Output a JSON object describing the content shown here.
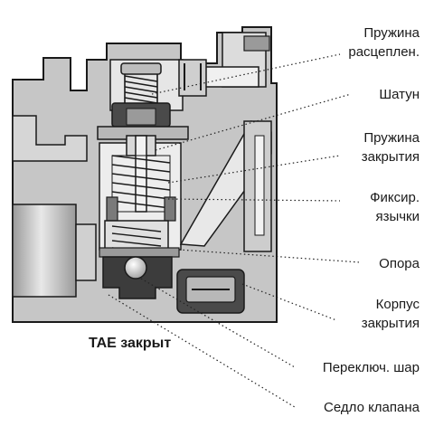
{
  "caption": "TAE закрыт",
  "labels": {
    "spring_release": [
      "Пружина",
      "расцеплен."
    ],
    "rod": "Шатун",
    "spring_close": [
      "Пружина",
      "закрытия"
    ],
    "lock_tabs": [
      "Фиксир.",
      "язычки"
    ],
    "support": "Опора",
    "housing_close": [
      "Корпус",
      "закрытия"
    ],
    "switch_ball": "Переключ. шар",
    "valve_seat": "Седло клапана"
  },
  "colors": {
    "outline": "#1a1a1a",
    "body": "#c6c6c6",
    "body_light": "#e4e4e4",
    "body_dark": "#8c8c8c",
    "dark_part": "#4a4a4a",
    "leader": "#222222"
  }
}
